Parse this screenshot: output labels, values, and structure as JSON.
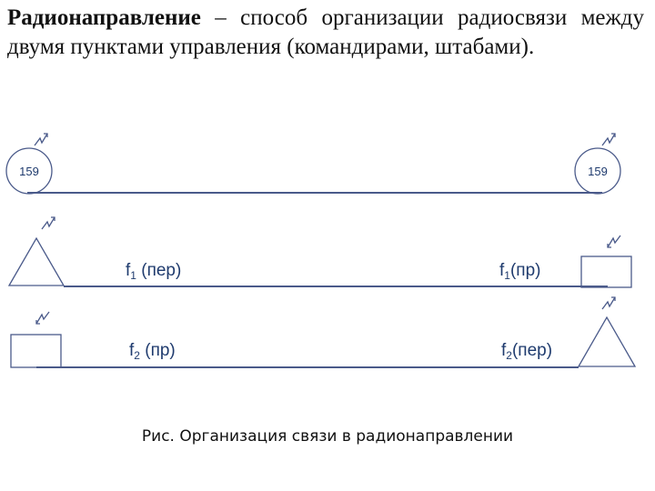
{
  "definition": {
    "term": "Радионаправление",
    "rest": " – способ организации радиосвязи между двумя пунктами управления (командирами, штабами)."
  },
  "diagram": {
    "colors": {
      "line": "#4a5a8a",
      "text": "#1f3b6e"
    },
    "row1": {
      "left_station_label": "159",
      "right_station_label": "159"
    },
    "row2": {
      "left_label": {
        "f": "f",
        "sub": "1",
        "rest": " (пер)"
      },
      "right_label": {
        "f": "f",
        "sub": "1",
        "rest": "(пр)"
      }
    },
    "row3": {
      "left_label": {
        "f": "f",
        "sub": "2",
        "rest": " (пр)"
      },
      "right_label": {
        "f": "f",
        "sub": "2",
        "rest": "(пер)"
      }
    }
  },
  "caption": "Рис. Организация связи в радионаправлении"
}
